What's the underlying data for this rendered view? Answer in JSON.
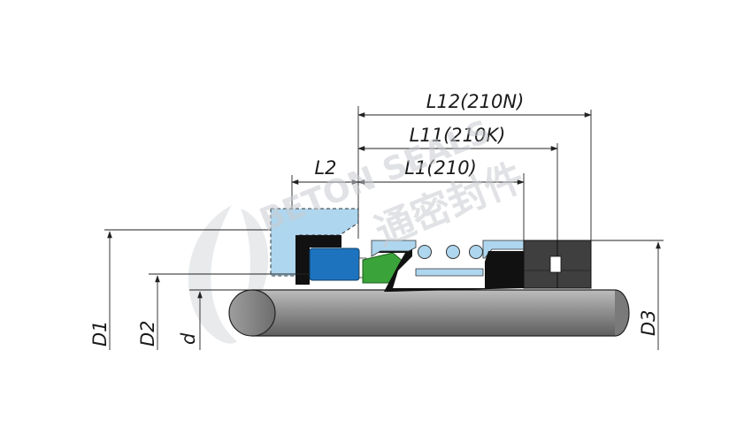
{
  "labels": {
    "l12": "L12(210N)",
    "l11": "L11(210K)",
    "l1": "L1(210)",
    "l2": "L2",
    "d1": "D1",
    "d2": "D2",
    "d": "d",
    "d3": "D3"
  },
  "watermark": {
    "latin": "BETON SEALS",
    "chinese": "通密封件"
  },
  "colors": {
    "light_blue": "#aed6ee",
    "dark_blue": "#1e73be",
    "green": "#3aa33a",
    "black": "#111111",
    "dark_gray": "#3f3f3f",
    "shaft": "#8c8c8c"
  }
}
